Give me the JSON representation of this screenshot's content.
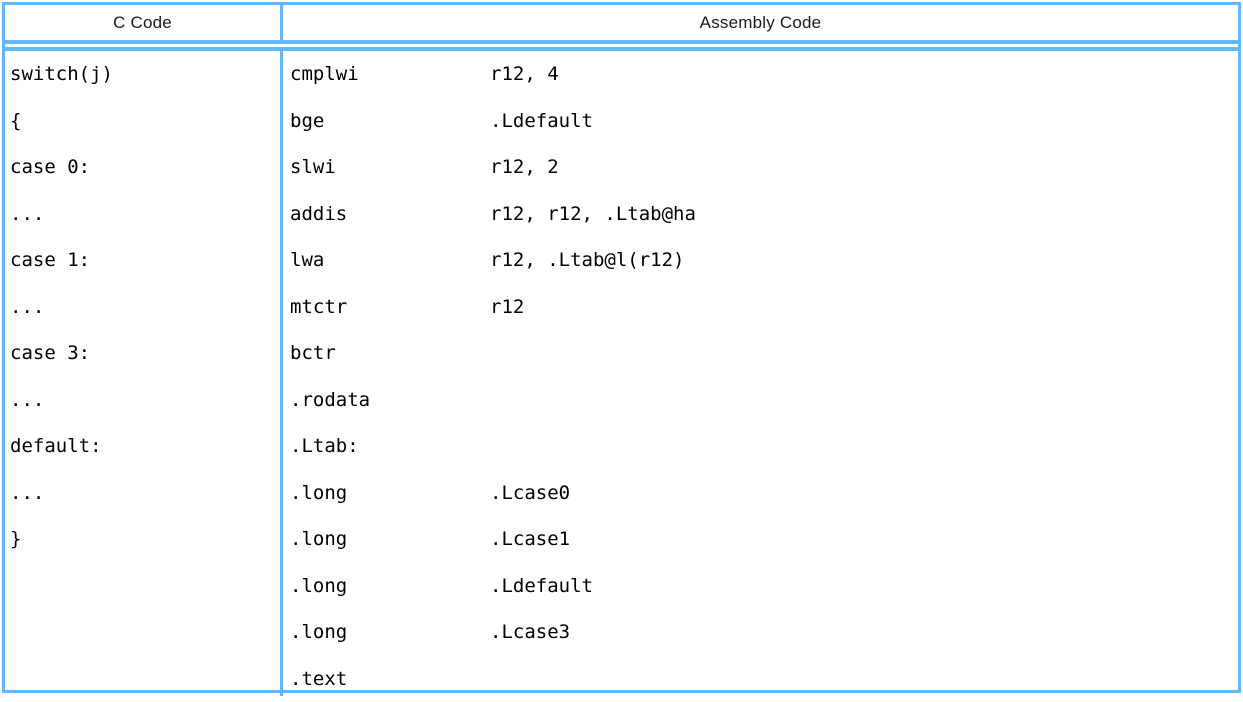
{
  "table": {
    "header": {
      "c_code_label": "C Code",
      "assembly_code_label": "Assembly Code"
    },
    "border_color": "#63b8fa",
    "c_code_lines": [
      "switch(j)",
      "{",
      "case 0:",
      "...",
      "case 1:",
      "...",
      "case 3:",
      "...",
      "default:",
      "...",
      "}",
      "",
      "",
      ""
    ],
    "assembly_lines": [
      {
        "mnemonic": "cmplwi",
        "operand": "r12, 4"
      },
      {
        "mnemonic": "bge",
        "operand": ".Ldefault"
      },
      {
        "mnemonic": "slwi",
        "operand": "r12, 2"
      },
      {
        "mnemonic": "addis",
        "operand": "r12, r12, .Ltab@ha"
      },
      {
        "mnemonic": "lwa",
        "operand": "r12, .Ltab@l(r12)"
      },
      {
        "mnemonic": "mtctr",
        "operand": "r12"
      },
      {
        "mnemonic": "bctr",
        "operand": ""
      },
      {
        "mnemonic": ".rodata",
        "operand": ""
      },
      {
        "mnemonic": ".Ltab:",
        "operand": ""
      },
      {
        "mnemonic": ".long",
        "operand": ".Lcase0"
      },
      {
        "mnemonic": ".long",
        "operand": ".Lcase1"
      },
      {
        "mnemonic": ".long",
        "operand": ".Ldefault"
      },
      {
        "mnemonic": ".long",
        "operand": ".Lcase3"
      },
      {
        "mnemonic": ".text",
        "operand": ""
      }
    ]
  }
}
